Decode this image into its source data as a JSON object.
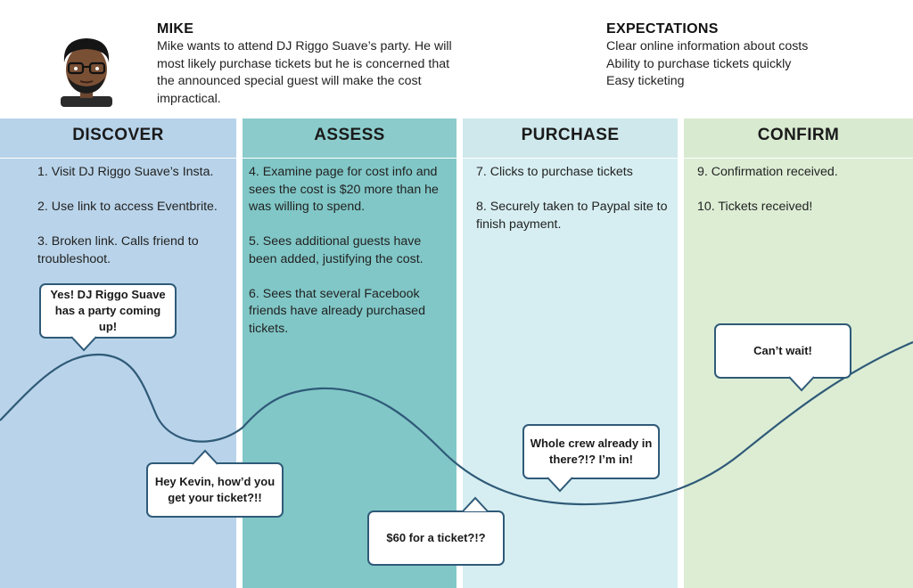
{
  "persona": {
    "name": "MIKE",
    "description": "Mike wants to attend DJ Riggo Suave’s party. He will most likely purchase tickets but he is concerned that the announced special guest will make the cost impractical."
  },
  "expectations": {
    "title": "EXPECTATIONS",
    "items": [
      "Clear online information about costs",
      "Ability to purchase tickets quickly",
      "Easy ticketing"
    ]
  },
  "stages": [
    {
      "name": "DISCOVER",
      "steps": [
        "1. Visit DJ Riggo Suave’s Insta.",
        "2. Use link to access Eventbrite.",
        "3. Broken link. Calls friend to troubleshoot."
      ]
    },
    {
      "name": "ASSESS",
      "steps": [
        "4. Examine page for cost info and sees the cost is $20 more than he was willing to spend.",
        "5. Sees additional guests have been added, justifying the cost.",
        "6. Sees that several Facebook friends have already purchased tickets."
      ]
    },
    {
      "name": "PURCHASE",
      "steps": [
        "7. Clicks to purchase tickets",
        "8. Securely taken to Paypal site to finish payment."
      ]
    },
    {
      "name": "CONFIRM",
      "steps": [
        "9.  Confirmation received.",
        "10. Tickets received!"
      ]
    }
  ],
  "bubbles": [
    "Yes! DJ Riggo Suave has a party coming up!",
    "Hey Kevin, how’d you get your ticket?!!",
    "$60 for a ticket?!?",
    "Whole crew already in there?!? I’m in!",
    "Can’t wait!"
  ],
  "colors": {
    "discover_header": "#b7d3e9",
    "discover_body": "#b9d4ea",
    "assess_header": "#8ccbcb",
    "assess_body": "#81c7c7",
    "purchase_header": "#cfe8ec",
    "purchase_body": "#d6eef1",
    "confirm_header": "#d8ead0",
    "confirm_body": "#dcedd4",
    "curve": "#2f5a78"
  }
}
